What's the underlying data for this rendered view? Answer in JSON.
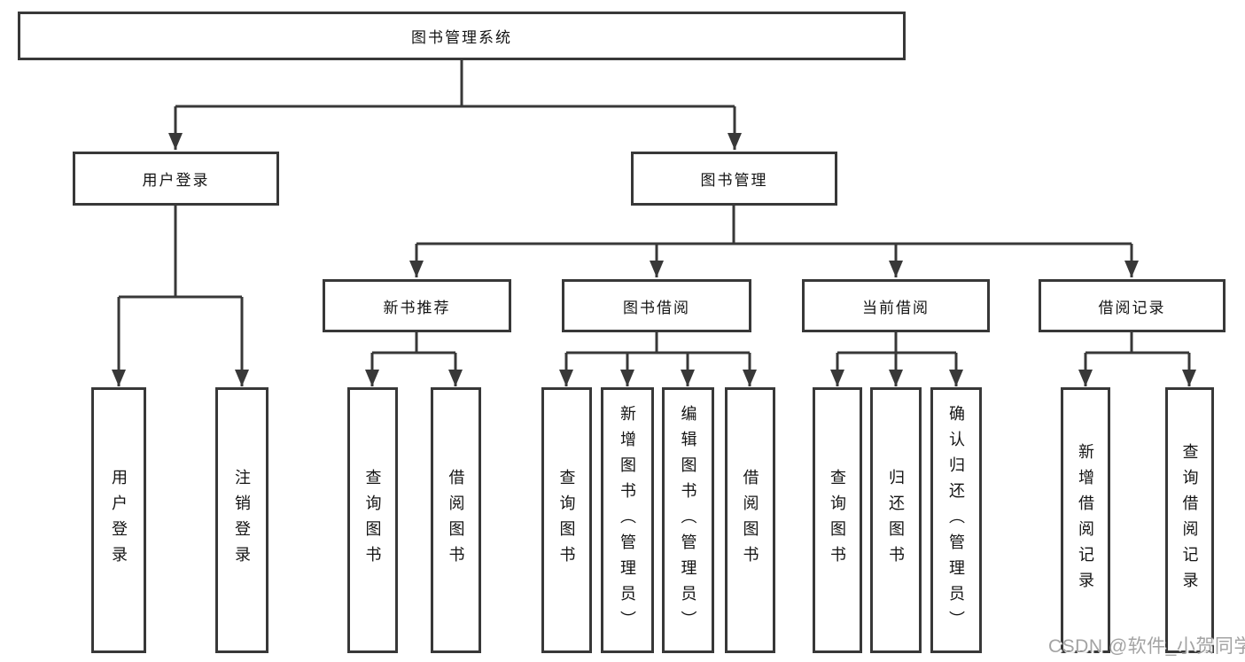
{
  "tree": {
    "label": "图书管理系统",
    "children": [
      {
        "label": "用户登录",
        "children": [
          {
            "label": "用户登录"
          },
          {
            "label": "注销登录"
          }
        ]
      },
      {
        "label": "图书管理",
        "children": [
          {
            "label": "新书推荐",
            "children": [
              {
                "label": "查询图书"
              },
              {
                "label": "借阅图书"
              }
            ]
          },
          {
            "label": "图书借阅",
            "children": [
              {
                "label": "查询图书"
              },
              {
                "label": "新增图书（管理员）"
              },
              {
                "label": "编辑图书（管理员）"
              },
              {
                "label": "借阅图书"
              }
            ]
          },
          {
            "label": "当前借阅",
            "children": [
              {
                "label": "查询图书"
              },
              {
                "label": "归还图书"
              },
              {
                "label": "确认归还（管理员）"
              }
            ]
          },
          {
            "label": "借阅记录",
            "children": [
              {
                "label": "新增借阅记录"
              },
              {
                "label": "查询借阅记录"
              }
            ]
          }
        ]
      }
    ]
  },
  "watermark": {
    "text": "CSDN @软件_小贺同学"
  },
  "colors": {
    "line": "#383838",
    "box_border": "#383838",
    "text": "#141414",
    "watermark": "#a3a3a3",
    "background": "#ffffff"
  }
}
